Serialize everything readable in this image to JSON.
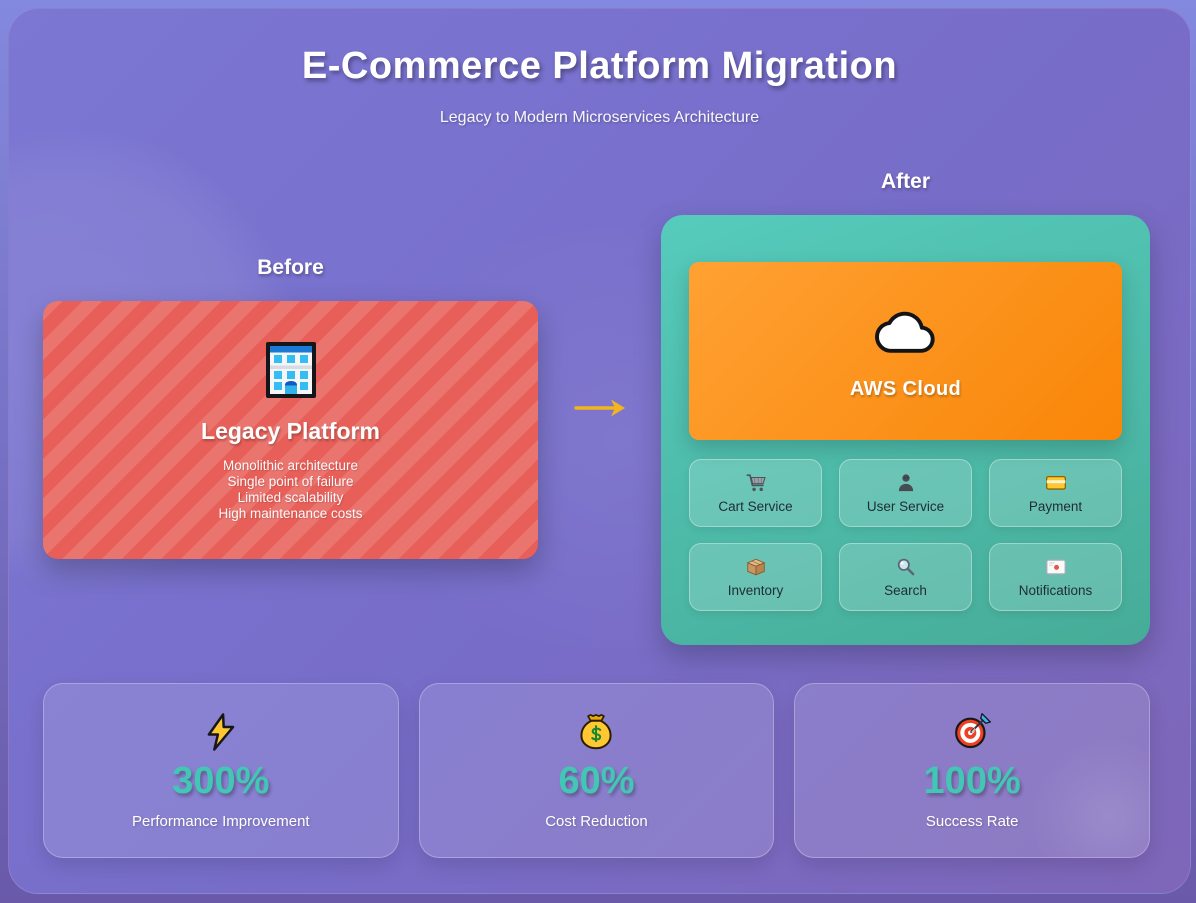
{
  "header": {
    "title": "E-Commerce Platform Migration",
    "subtitle": "Legacy to Modern Microservices Architecture"
  },
  "before": {
    "label": "Before",
    "card": {
      "icon": "office-building-icon",
      "title": "Legacy Platform",
      "items": [
        "Monolithic architecture",
        "Single point of failure",
        "Limited scalability",
        "High maintenance costs"
      ]
    }
  },
  "arrow": {
    "icon": "right-arrow-icon"
  },
  "after": {
    "label": "After",
    "cloud_box": {
      "icon": "cloud-icon",
      "title": "AWS Cloud"
    },
    "services": [
      {
        "icon": "cart-icon",
        "label": "Cart Service"
      },
      {
        "icon": "user-icon",
        "label": "User Service"
      },
      {
        "icon": "credit-card-icon",
        "label": "Payment"
      },
      {
        "icon": "package-icon",
        "label": "Inventory"
      },
      {
        "icon": "search-icon",
        "label": "Search"
      },
      {
        "icon": "email-icon",
        "label": "Notifications"
      }
    ]
  },
  "stats": [
    {
      "icon": "lightning-bolt-icon",
      "value": "300%",
      "label": "Performance Improvement"
    },
    {
      "icon": "money-bag-icon",
      "value": "60%",
      "label": "Cost Reduction"
    },
    {
      "icon": "target-icon",
      "value": "100%",
      "label": "Success Rate"
    }
  ],
  "colors": {
    "bg_top": "#8389de",
    "bg_bottom": "#6a59a9",
    "panel_top": "#7b77d3",
    "panel_bottom": "#7e66b8",
    "legacy_red": "#e75f58",
    "teal_top": "#56cbbc",
    "teal_bottom": "#46ac98",
    "orange_start": "#ffa133",
    "orange_end": "#f98608",
    "accent_teal": "#41c7b4",
    "arrow_yellow": "#f4b41d",
    "service_text": "#1f2d35"
  }
}
